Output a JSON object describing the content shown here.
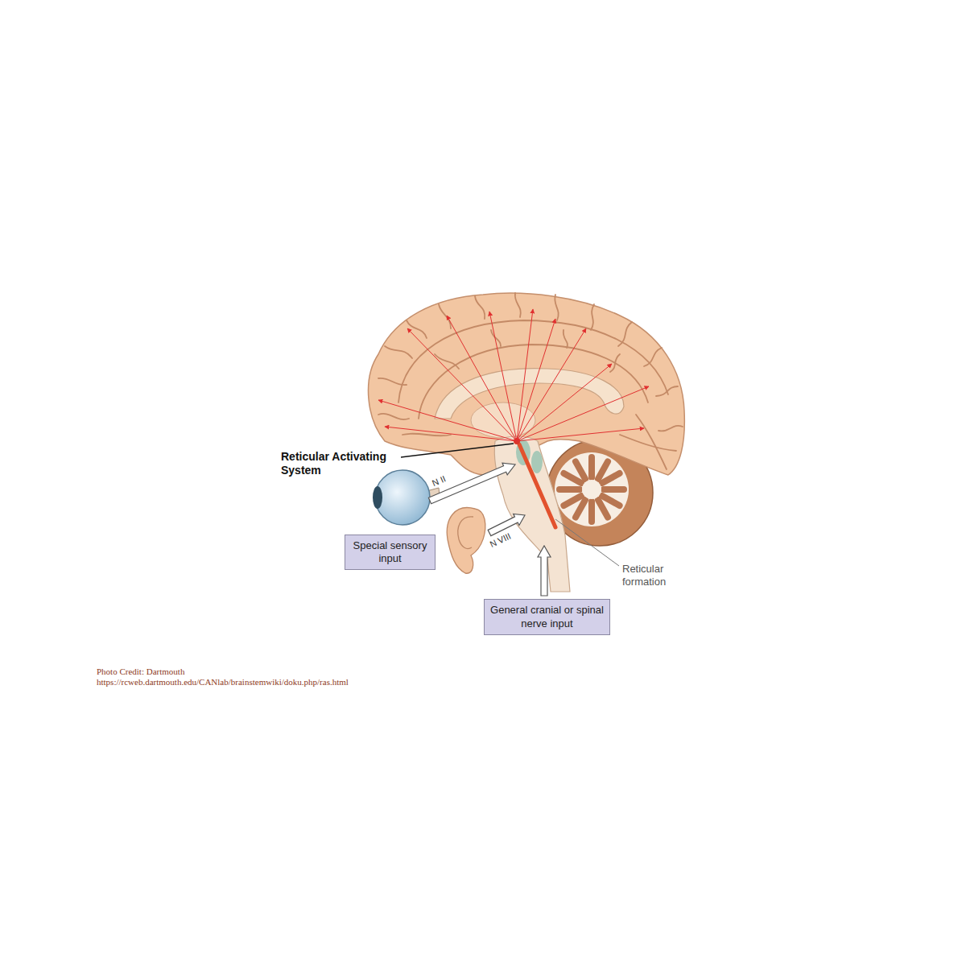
{
  "diagram": {
    "nodes": [
      {
        "text": [
          "Special sensory input"
        ]
      },
      {
        "text": [
          "General cranial or spinal nerve input"
        ]
      }
    ],
    "labels": [
      "Reticular Activating System",
      "N II",
      "N VIII",
      "Reticular formation",
      "Photo Credit: Dartmouth",
      "https://rcweb.dartmouth.edu/CANlab/brainstemwiki/doku.php/ras.html"
    ]
  }
}
